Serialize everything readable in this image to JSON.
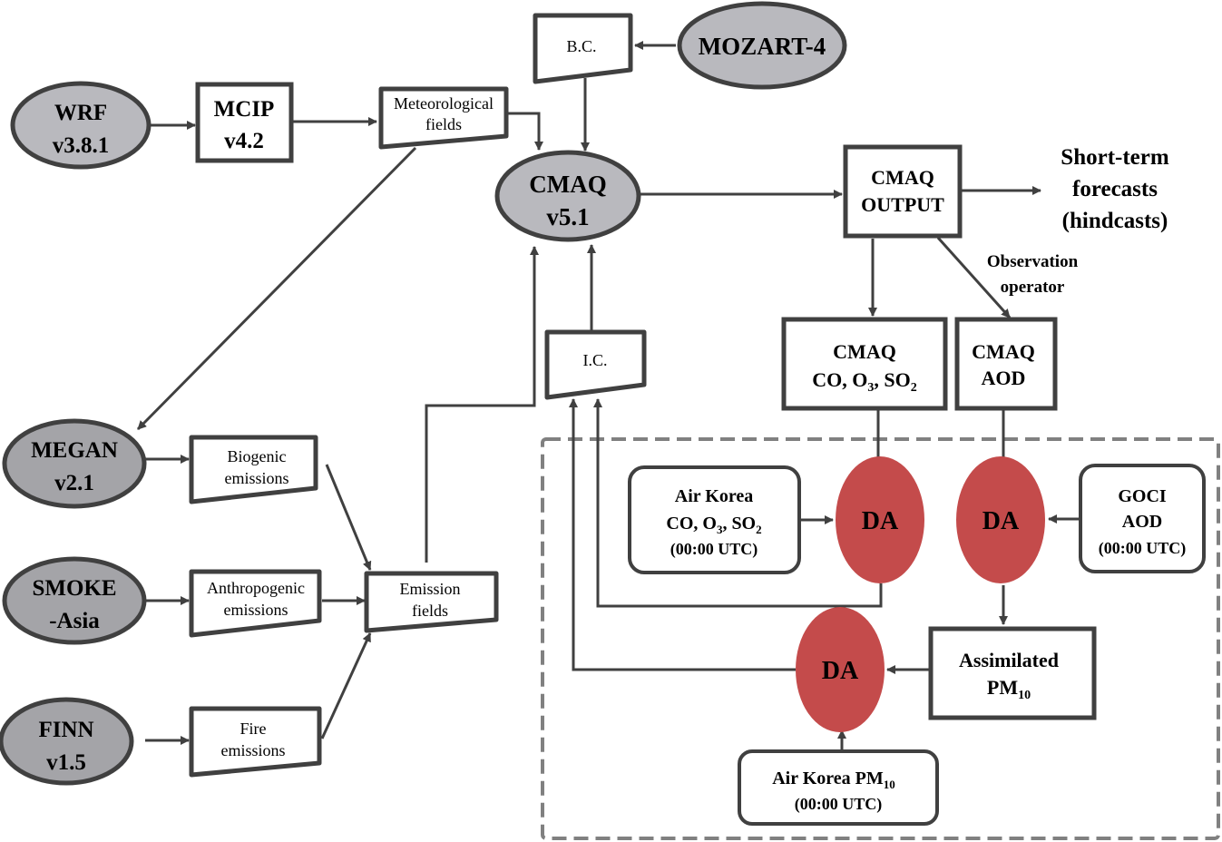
{
  "diagram": {
    "title": "CMAQ data assimilation forecasting workflow",
    "colors": {
      "model_node": "#b9b9be",
      "emission_model_node": "#a4a4a8",
      "da_node": "#c44b4b",
      "stroke": "#404040",
      "dashed_border": "#808080"
    },
    "nodes": {
      "wrf": {
        "line1": "WRF",
        "line2": "v3.8.1"
      },
      "mcip": {
        "line1": "MCIP",
        "line2": "v4.2"
      },
      "met_fields": {
        "line1": "Meteorological",
        "line2": "fields"
      },
      "bc": {
        "label": "B.C."
      },
      "mozart": {
        "label": "MOZART-4"
      },
      "cmaq": {
        "line1": "CMAQ",
        "line2": "v5.1"
      },
      "cmaq_output": {
        "line1": "CMAQ",
        "line2": "OUTPUT"
      },
      "forecasts": {
        "line1": "Short-term",
        "line2": "forecasts",
        "line3": "(hindcasts)"
      },
      "obs_operator": {
        "line1": "Observation",
        "line2": "operator"
      },
      "cmaq_gas": {
        "line1": "CMAQ",
        "line2_a": "CO, O",
        "line2_sub1": "3",
        "line2_b": ", SO",
        "line2_sub2": "2"
      },
      "cmaq_aod": {
        "line1": "CMAQ",
        "line2": "AOD"
      },
      "ic": {
        "label": "I.C."
      },
      "megan": {
        "line1": "MEGAN",
        "line2": "v2.1"
      },
      "smoke": {
        "line1": "SMOKE",
        "line2": "-Asia"
      },
      "finn": {
        "line1": "FINN",
        "line2": "v1.5"
      },
      "biogenic": {
        "line1": "Biogenic",
        "line2": "emissions"
      },
      "anthropogenic": {
        "line1": "Anthropogenic",
        "line2": "emissions"
      },
      "fire": {
        "line1": "Fire",
        "line2": "emissions"
      },
      "emission_fields": {
        "line1": "Emission",
        "line2": "fields"
      },
      "airkorea_gas": {
        "line1": "Air Korea",
        "line2_a": "CO, O",
        "line2_sub1": "3",
        "line2_b": ", SO",
        "line2_sub2": "2",
        "line3": "(00:00 UTC)"
      },
      "da_gas": {
        "label": "DA"
      },
      "da_aod": {
        "label": "DA"
      },
      "goci": {
        "line1": "GOCI",
        "line2": "AOD",
        "line3": "(00:00 UTC)"
      },
      "assimilated_pm": {
        "line1": "Assimilated",
        "line2": "PM",
        "line2_sub": "10"
      },
      "da_pm": {
        "label": "DA"
      },
      "airkorea_pm": {
        "line1": "Air Korea PM",
        "line1_sub": "10",
        "line2": "(00:00 UTC)"
      }
    }
  }
}
